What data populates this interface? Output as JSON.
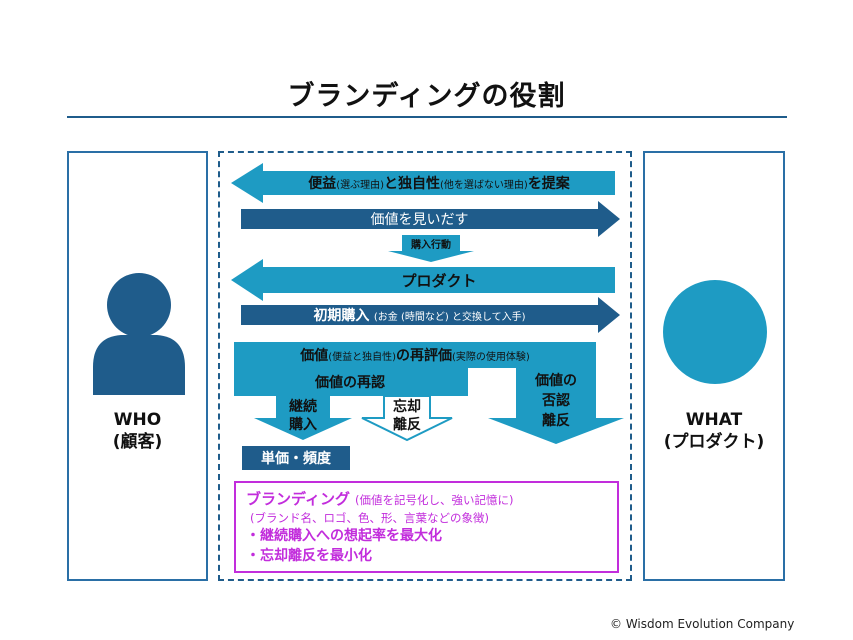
{
  "title": "ブランディングの役割",
  "who": {
    "label": "WHO",
    "sublabel": "(顧客)"
  },
  "what": {
    "label": "WHAT",
    "sublabel": "(プロダクト)"
  },
  "arrows": {
    "proposal": {
      "a": "便益",
      "a_note": "(選ぶ理由)",
      "b": "と",
      "c": "独自性",
      "c_note": "(他を選ばない理由)",
      "d": "を提案"
    },
    "find_value": "価値を見いだす",
    "purchase_action": "購入行動",
    "product": "プロダクト",
    "initial_purchase": {
      "main": "初期購入",
      "note": "(お金 (時間など) と交換して入手)"
    },
    "reevaluation": {
      "a": "価値",
      "a_note": "(便益と独自性)",
      "b": "の再評価",
      "b_note": "(実際の使用体験)"
    },
    "value_reconfirm": "価値の再認",
    "continue_purchase_1": "継続",
    "continue_purchase_2": "購入",
    "forget_leave_1": "忘却",
    "forget_leave_2": "離反",
    "value_deny_1": "価値の",
    "value_deny_2": "否認",
    "value_deny_3": "離反",
    "unit_frequency": "単価・頻度"
  },
  "branding": {
    "title": "ブランディング",
    "title_note": "(価値を記号化し、強い記憶に)",
    "sub": "(ブランド名、ロゴ、色、形、言葉などの象徴)",
    "items": [
      "・継続購入への想起率を最大化",
      "・忘却離反を最小化"
    ]
  },
  "copyright": "© Wisdom Evolution Company",
  "colors": {
    "dark_blue": "#1f5c8b",
    "light_blue": "#1e9bc3",
    "magenta": "#c22ddc"
  }
}
